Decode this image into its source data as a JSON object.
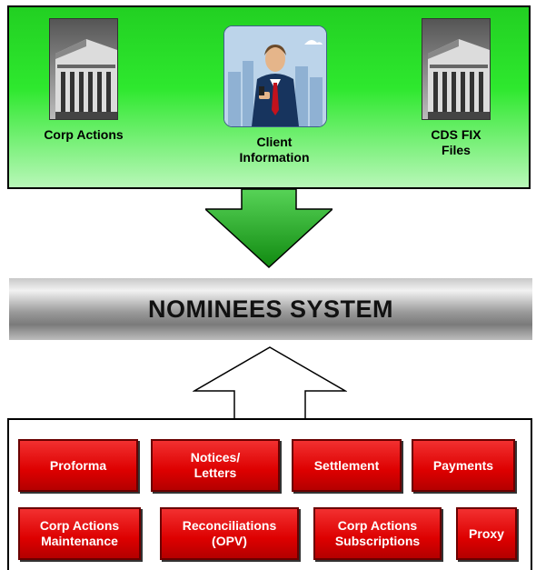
{
  "inputs": {
    "items": [
      {
        "label": "Corp Actions",
        "icon": "building-photo"
      },
      {
        "label": "Client\nInformation",
        "icon": "businessman-illustration"
      },
      {
        "label": "CDS FIX\nFiles",
        "icon": "building-photo"
      }
    ]
  },
  "system": {
    "title": "NOMINEES SYSTEM"
  },
  "modules": {
    "row1": [
      {
        "label": "Proforma"
      },
      {
        "label": "Notices/\nLetters"
      },
      {
        "label": "Settlement"
      },
      {
        "label": "Payments"
      }
    ],
    "row2": [
      {
        "label": "Corp Actions\nMaintenance"
      },
      {
        "label": "Reconciliations\n(OPV)"
      },
      {
        "label": "Corp Actions\nSubscriptions"
      },
      {
        "label": "Proxy"
      }
    ]
  },
  "colors": {
    "input_panel_green": "#2ee82e",
    "module_red": "#d00000",
    "arrow_green": "#1f9a1f"
  }
}
